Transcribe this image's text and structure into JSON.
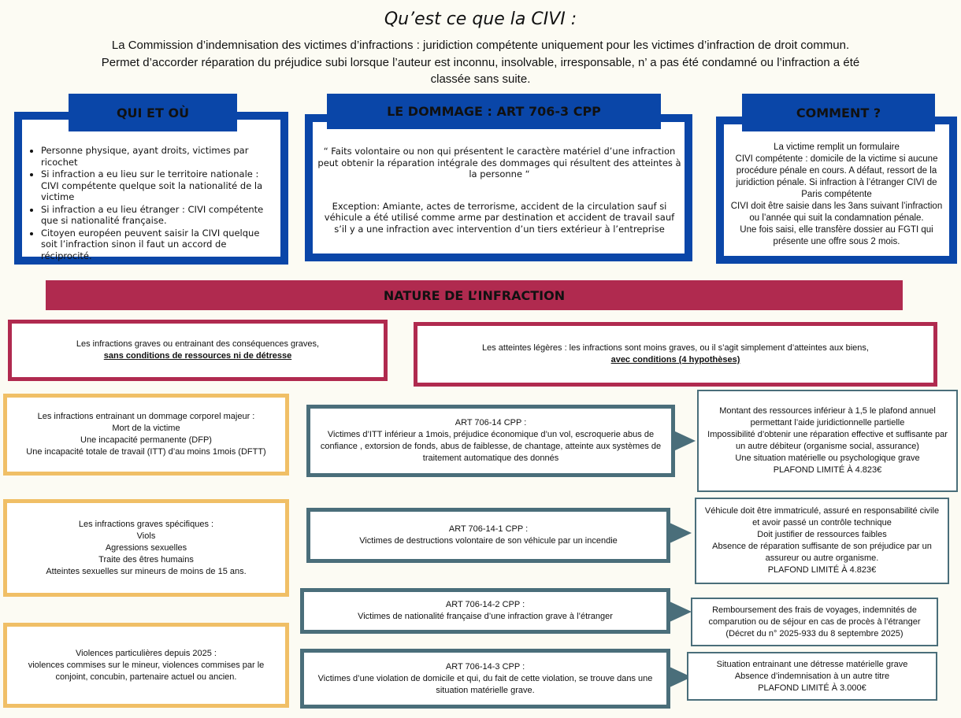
{
  "title": "Qu’est ce que la CIVI :",
  "intro": [
    "La Commission d’indemnisation des victimes d’infractions : juridiction compétente uniquement pour les victimes d’infraction de droit commun.",
    "Permet d’accorder réparation du préjudice subi lorsque l’auteur est inconnu, insolvable, irresponsable, n’ a pas été condamné ou l’infraction a été",
    "classée sans suite."
  ],
  "qui": {
    "title": "QUI ET OÙ",
    "items": [
      "Personne physique, ayant droits, victimes par ricochet",
      "Si infraction a eu lieu sur le territoire nationale : CIVI compétente quelque soit la nationalité de la victime",
      "Si infraction a eu lieu étranger : CIVI compétente que si nationalité française.",
      "Citoyen européen peuvent saisir la CIVI quelque soit l’infraction sinon il faut un accord de réciprocité."
    ]
  },
  "dommage": {
    "title": "LE DOMMAGE : ART 706-3 CPP",
    "quote": "“ Faits volontaire ou non qui présentent le caractère matériel d’une infraction peut obtenir la réparation intégrale des dommages qui résultent des atteintes à la personne “",
    "exception": "Exception:  Amiante, actes de terrorisme, accident de la circulation sauf si véhicule a été utilisé comme arme par destination et accident de travail sauf s’il y a une infraction avec intervention d’un tiers extérieur à l’entreprise"
  },
  "comment": {
    "title": "COMMENT ?",
    "lines": [
      "La victime remplit un formulaire",
      "CIVI compétente : domicile de la victime si aucune procédure pénale en cours. A défaut,  ressort de la juridiction pénale. Si infraction à l’étranger CIVI de Paris compétente",
      "CIVI doit être saisie dans les 3ans suivant l’infraction ou l’année qui suit la condamnation pénale.",
      "Une fois saisi, elle  transfère dossier au FGTI qui présente une offre sous 2 mois."
    ]
  },
  "nature": {
    "title": "NATURE DE L’INFRACTION",
    "graves": {
      "line1": "Les infractions graves ou entrainant des conséquences graves,",
      "line2": "sans conditions de ressources ni de détresse"
    },
    "legeres": {
      "line1": "Les atteintes légères :  les infractions sont moins graves, ou il s’agit simplement d’atteintes aux biens,",
      "line2": "avec conditions (4 hypothèses)"
    }
  },
  "left_boxes": [
    [
      "Les infractions entrainant un dommage corporel majeur :",
      "Mort de la victime",
      "Une incapacité permanente (DFP)",
      "Une incapacité totale de travail (ITT) d’au moins 1mois (DFTT)"
    ],
    [
      "Les infractions graves spécifiques :",
      "Viols",
      "Agressions sexuelles",
      "Traite des êtres humains",
      "Atteintes sexuelles sur mineurs de moins de 15 ans."
    ],
    [
      "Violences particulières depuis 2025 :",
      "violences commises sur le mineur, violences commises par le conjoint, concubin, partenaire actuel ou ancien."
    ]
  ],
  "articles": [
    [
      "ART 706-14 CPP :",
      "Victimes d’ITT inférieur a 1mois, préjudice économique d’un vol, escroquerie abus de confiance , extorsion de fonds, abus de faiblesse, de chantage, atteinte aux systèmes de traitement automatique des donnés"
    ],
    [
      "ART 706-14-1 CPP :",
      "Victimes de destructions volontaire de son véhicule par un incendie"
    ],
    [
      "ART 706-14-2 CPP :",
      "Victimes de nationalité française d’une infraction grave à l’étranger"
    ],
    [
      "ART 706-14-3 CPP :",
      "Victimes d’une violation de domicile  et qui, du fait de cette violation, se trouve dans une situation matérielle grave."
    ]
  ],
  "conditions": [
    [
      "Montant des ressources inférieur à 1,5 le plafond annuel permettant l’aide juridictionnelle partielle",
      "Impossibilité d’obtenir une réparation effective et suffisante par un autre débiteur (organisme social, assurance)",
      "Une situation matérielle ou psychologique grave",
      "PLAFOND LIMITÉ À 4.823€"
    ],
    [
      "Véhicule doit être immatriculé, assuré en responsabilité civile et avoir passé un contrôle technique",
      "Doit justifier de ressources faibles",
      "Absence de réparation suffisante de son préjudice par un assureur ou autre organisme.",
      "PLAFOND LIMITÉ À 4.823€"
    ],
    [
      "Remboursement des frais de voyages, indemnités de comparution ou de séjour en cas de procès à l’étranger",
      "(Décret du n° 2025-933 du 8 septembre 2025)"
    ],
    [
      "Situation entrainant une détresse matérielle grave",
      "Absence d’indemnisation à un autre titre",
      "PLAFOND LIMITÉ À 3.000€"
    ]
  ],
  "colors": {
    "blue": "#0a46a8",
    "crimson": "#b02a4f",
    "orange": "#f0bf66",
    "teal": "#4a6e7a"
  }
}
